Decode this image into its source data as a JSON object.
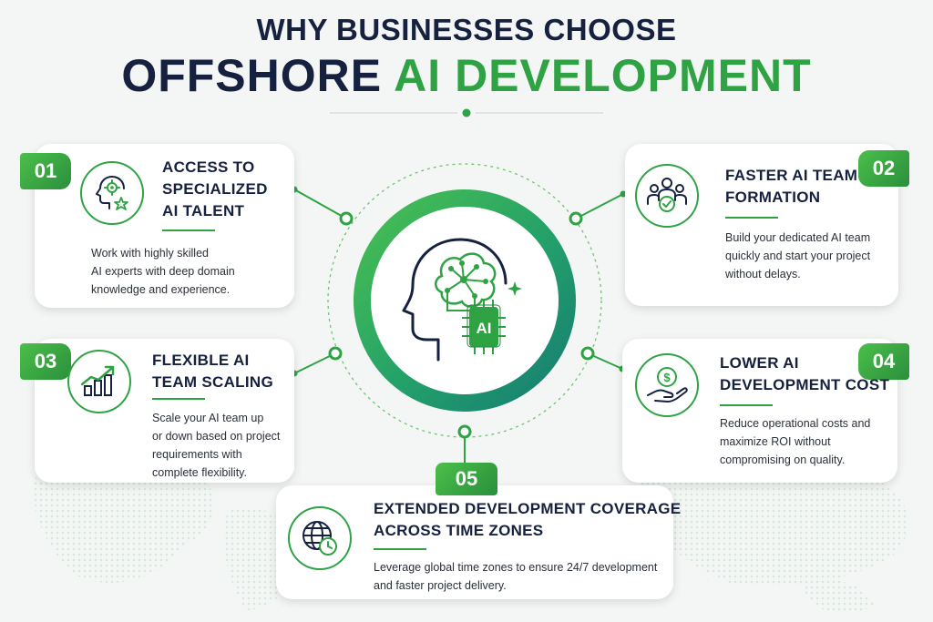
{
  "title": {
    "line1": "WHY BUSINESSES CHOOSE",
    "line2_dark": "OFFSHORE",
    "line2_green": "AI DEVELOPMENT"
  },
  "center": {
    "chip_label": "AI",
    "icon": "brain-head-ai-chip-icon"
  },
  "items": [
    {
      "number": "01",
      "title": "ACCESS TO SPECIALIZED AI TALENT",
      "title_lines": [
        "ACCESS TO",
        "SPECIALIZED",
        "AI TALENT"
      ],
      "description_lines": [
        "Work with highly skilled",
        "AI experts with deep domain",
        "knowledge and experience."
      ],
      "icon": "head-gear-star-icon"
    },
    {
      "number": "02",
      "title": "FASTER AI TEAM FORMATION",
      "title_lines": [
        "FASTER AI TEAM",
        "FORMATION"
      ],
      "description_lines": [
        "Build your dedicated AI team",
        "quickly and start your project",
        "without delays."
      ],
      "icon": "team-check-icon"
    },
    {
      "number": "03",
      "title": "FLEXIBLE AI TEAM SCALING",
      "title_lines": [
        "FLEXIBLE AI",
        "TEAM SCALING"
      ],
      "description_lines": [
        "Scale your AI team up",
        "or down based on project",
        "requirements with",
        "complete flexibility."
      ],
      "icon": "growth-chart-icon"
    },
    {
      "number": "04",
      "title": "LOWER AI DEVELOPMENT COST",
      "title_lines": [
        "LOWER AI",
        "DEVELOPMENT COST"
      ],
      "description_lines": [
        "Reduce operational costs and",
        "maximize ROI without",
        "compromising on quality."
      ],
      "icon": "hand-dollar-coin-icon"
    },
    {
      "number": "05",
      "title": "EXTENDED DEVELOPMENT COVERAGE ACROSS TIME ZONES",
      "title_lines": [
        "EXTENDED DEVELOPMENT COVERAGE",
        "ACROSS TIME ZONES"
      ],
      "description_lines": [
        "Leverage global time zones to ensure 24/7 development",
        "and faster project delivery."
      ],
      "icon": "globe-clock-icon"
    }
  ],
  "colors": {
    "green": "#2fa344",
    "dark_navy": "#16213f",
    "teal": "#1f9b7a"
  }
}
